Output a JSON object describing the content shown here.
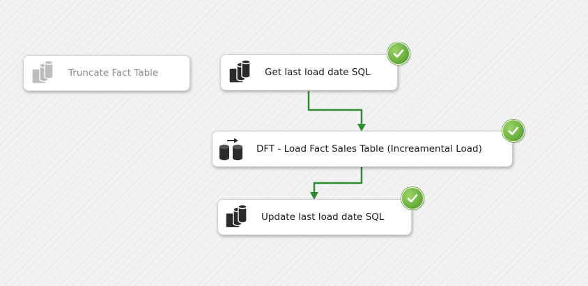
{
  "tasks": [
    {
      "id": "truncate",
      "label": "Truncate Fact Table",
      "enabled": false,
      "icon": "execute-sql-icon",
      "status": null
    },
    {
      "id": "get_last",
      "label": "Get last load date SQL",
      "enabled": true,
      "icon": "execute-sql-icon",
      "status": "success-icon"
    },
    {
      "id": "dft",
      "label": "DFT - Load Fact Sales Table (Increamental Load)",
      "enabled": true,
      "icon": "data-flow-icon",
      "status": "success-icon"
    },
    {
      "id": "update_last",
      "label": "Update last load date SQL",
      "enabled": true,
      "icon": "execute-sql-icon",
      "status": "success-icon"
    }
  ],
  "colors": {
    "connector": "#2e8b2e",
    "success": "#6db33f",
    "icon_dark": "#2b2b2b",
    "icon_disabled": "#bdbdbd"
  }
}
